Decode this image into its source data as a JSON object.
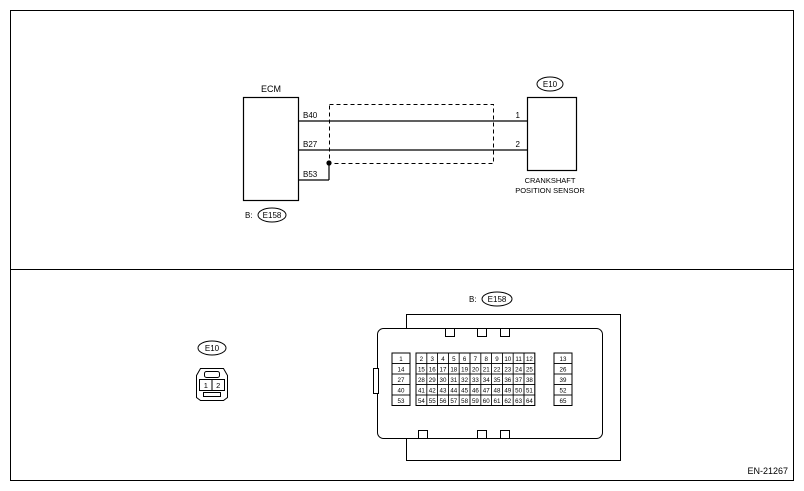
{
  "ecm": {
    "label": "ECM",
    "pins": [
      "B40",
      "B27",
      "B53"
    ],
    "connector_prefix": "B:",
    "connector": "E158"
  },
  "sensor": {
    "connector": "E10",
    "pins": [
      "1",
      "2"
    ],
    "name_line1": "CRANKSHAFT",
    "name_line2": "POSITION SENSOR"
  },
  "connector_e10": {
    "label": "E10",
    "pins": [
      "1",
      "2"
    ]
  },
  "connector_e158": {
    "prefix": "B:",
    "label": "E158",
    "rows": [
      [
        "1",
        "2",
        "3",
        "4",
        "5",
        "6",
        "7",
        "8",
        "9",
        "10",
        "11",
        "12",
        "13"
      ],
      [
        "14",
        "15",
        "16",
        "17",
        "18",
        "19",
        "20",
        "21",
        "22",
        "23",
        "24",
        "25",
        "26"
      ],
      [
        "27",
        "28",
        "29",
        "30",
        "31",
        "32",
        "33",
        "34",
        "35",
        "36",
        "37",
        "38",
        "39"
      ],
      [
        "40",
        "41",
        "42",
        "43",
        "44",
        "45",
        "46",
        "47",
        "48",
        "49",
        "50",
        "51",
        "52"
      ],
      [
        "53",
        "54",
        "55",
        "56",
        "57",
        "58",
        "59",
        "60",
        "61",
        "62",
        "63",
        "64",
        "65"
      ]
    ]
  },
  "figure_code": "EN-21267"
}
